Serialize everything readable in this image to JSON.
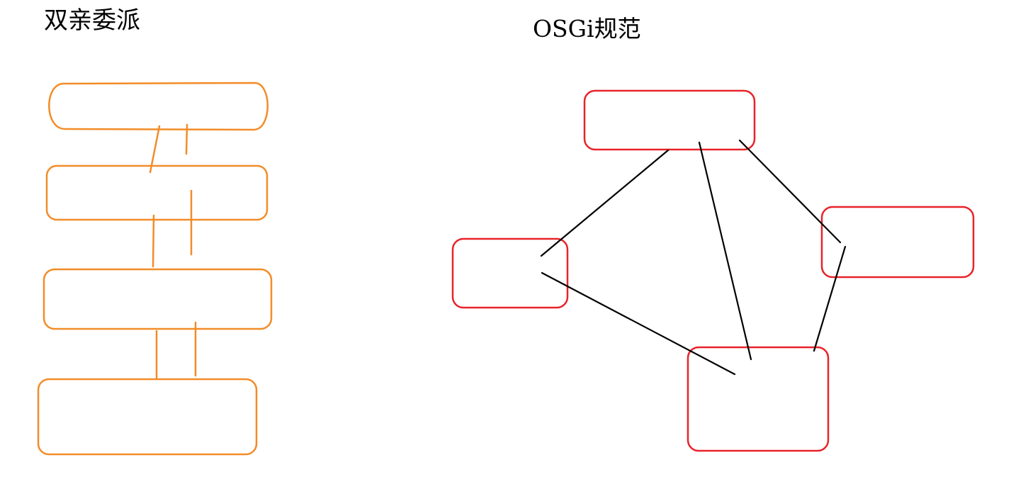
{
  "left_diagram": {
    "title": "双亲委派",
    "stroke_color": "#F28C28",
    "box_count": 4
  },
  "right_diagram": {
    "title": "OSGi规范",
    "box_stroke_color": "#E8232A",
    "link_color": "#000000",
    "box_count": 4
  },
  "background_color": "#FFFFFF"
}
